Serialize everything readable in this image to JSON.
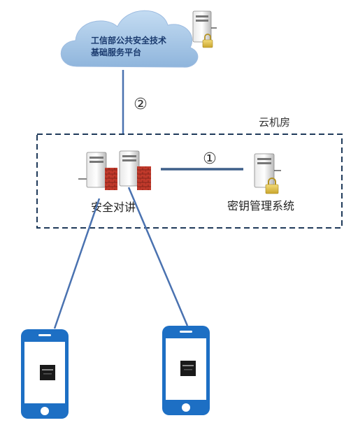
{
  "cloud": {
    "label_line1": "工信部公共安全技术",
    "label_line2": "基础服务平台"
  },
  "link_labels": {
    "cloud_link": "②",
    "kms_link": "①"
  },
  "datacenter": {
    "label": "云机房"
  },
  "nodes": {
    "intercom_label": "安全对讲",
    "kms_label": "密钥管理系统"
  },
  "phones": [
    {
      "chip_text": ""
    },
    {
      "chip_text": ""
    }
  ],
  "colors": {
    "cloud_fill": "#a8c8e8",
    "line_blue": "#4a72b0",
    "dashed_border": "#1f3a5a",
    "phone_blue": "#1d6fc4",
    "chip_dark": "#1a1a1a",
    "firewall_red": "#c0392b"
  }
}
